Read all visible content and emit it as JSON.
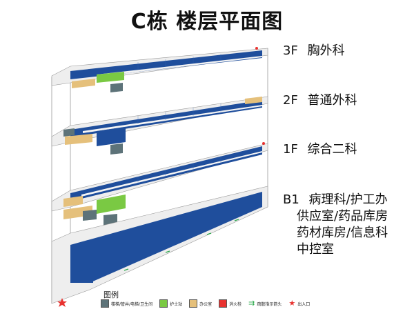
{
  "title": "C栋  楼层平面图",
  "floors": [
    {
      "id": "3F",
      "level": "3F",
      "department": "胸外科",
      "sub": []
    },
    {
      "id": "2F",
      "level": "2F",
      "department": "普通外科",
      "sub": []
    },
    {
      "id": "1F",
      "level": "1F",
      "department": "综合二科",
      "sub": []
    },
    {
      "id": "B1",
      "level": "B1",
      "department": "病理科/护工办",
      "sub": [
        "供应室/药品库房",
        "药材库房/信息科",
        "中控室"
      ]
    }
  ],
  "legend": {
    "title": "图例",
    "items": [
      {
        "label": "楼梯/管井/电梯/卫生间",
        "color": "#5d7379"
      },
      {
        "label": "护士站",
        "color": "#7ac943"
      },
      {
        "label": "办公室",
        "color": "#e5c07b"
      },
      {
        "label": "消火栓",
        "color": "#e8322f"
      },
      {
        "label": "疏散指示箭头",
        "color": "#2aa84a",
        "icon": "evacuation-arrow-icon"
      },
      {
        "label": "出入口",
        "color": "#e8322f",
        "icon": "star-icon"
      }
    ]
  },
  "colors": {
    "room": "#1f4e9c",
    "corridor": "#f4f4f4",
    "nurse_station": "#7ac943",
    "office": "#e5c07b",
    "stair": "#5d7379",
    "hydrant": "#e8322f",
    "exit": "#e8322f"
  }
}
